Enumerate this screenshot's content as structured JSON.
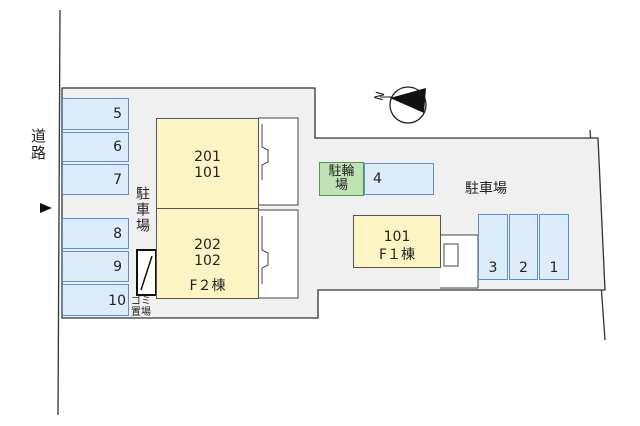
{
  "road_label": "道路",
  "parking_label_left": "駐車場",
  "parking_label_right": "駐車場",
  "bicycle_parking_label": "駐輪場",
  "bicycle_slot": "4",
  "garbage_label": "ゴミ\n置場",
  "north_label": "N",
  "left_slots": [
    "5",
    "6",
    "7",
    "8",
    "9",
    "10"
  ],
  "right_slots": [
    "3",
    "2",
    "1"
  ],
  "building_f2": {
    "upper_units": "201\n101",
    "lower_units": "202\n102",
    "name": "F２棟"
  },
  "building_f1": {
    "units": "101",
    "name": "F１棟"
  },
  "colors": {
    "parking_slot_fill": "#dcecfb",
    "parking_slot_border": "#5b8fd0",
    "building_fill": "#fdf4c4",
    "bicycle_fill": "#bfe3b4",
    "bicycle_border": "#4a9a4a",
    "ground_fill": "#f0f0f0"
  }
}
